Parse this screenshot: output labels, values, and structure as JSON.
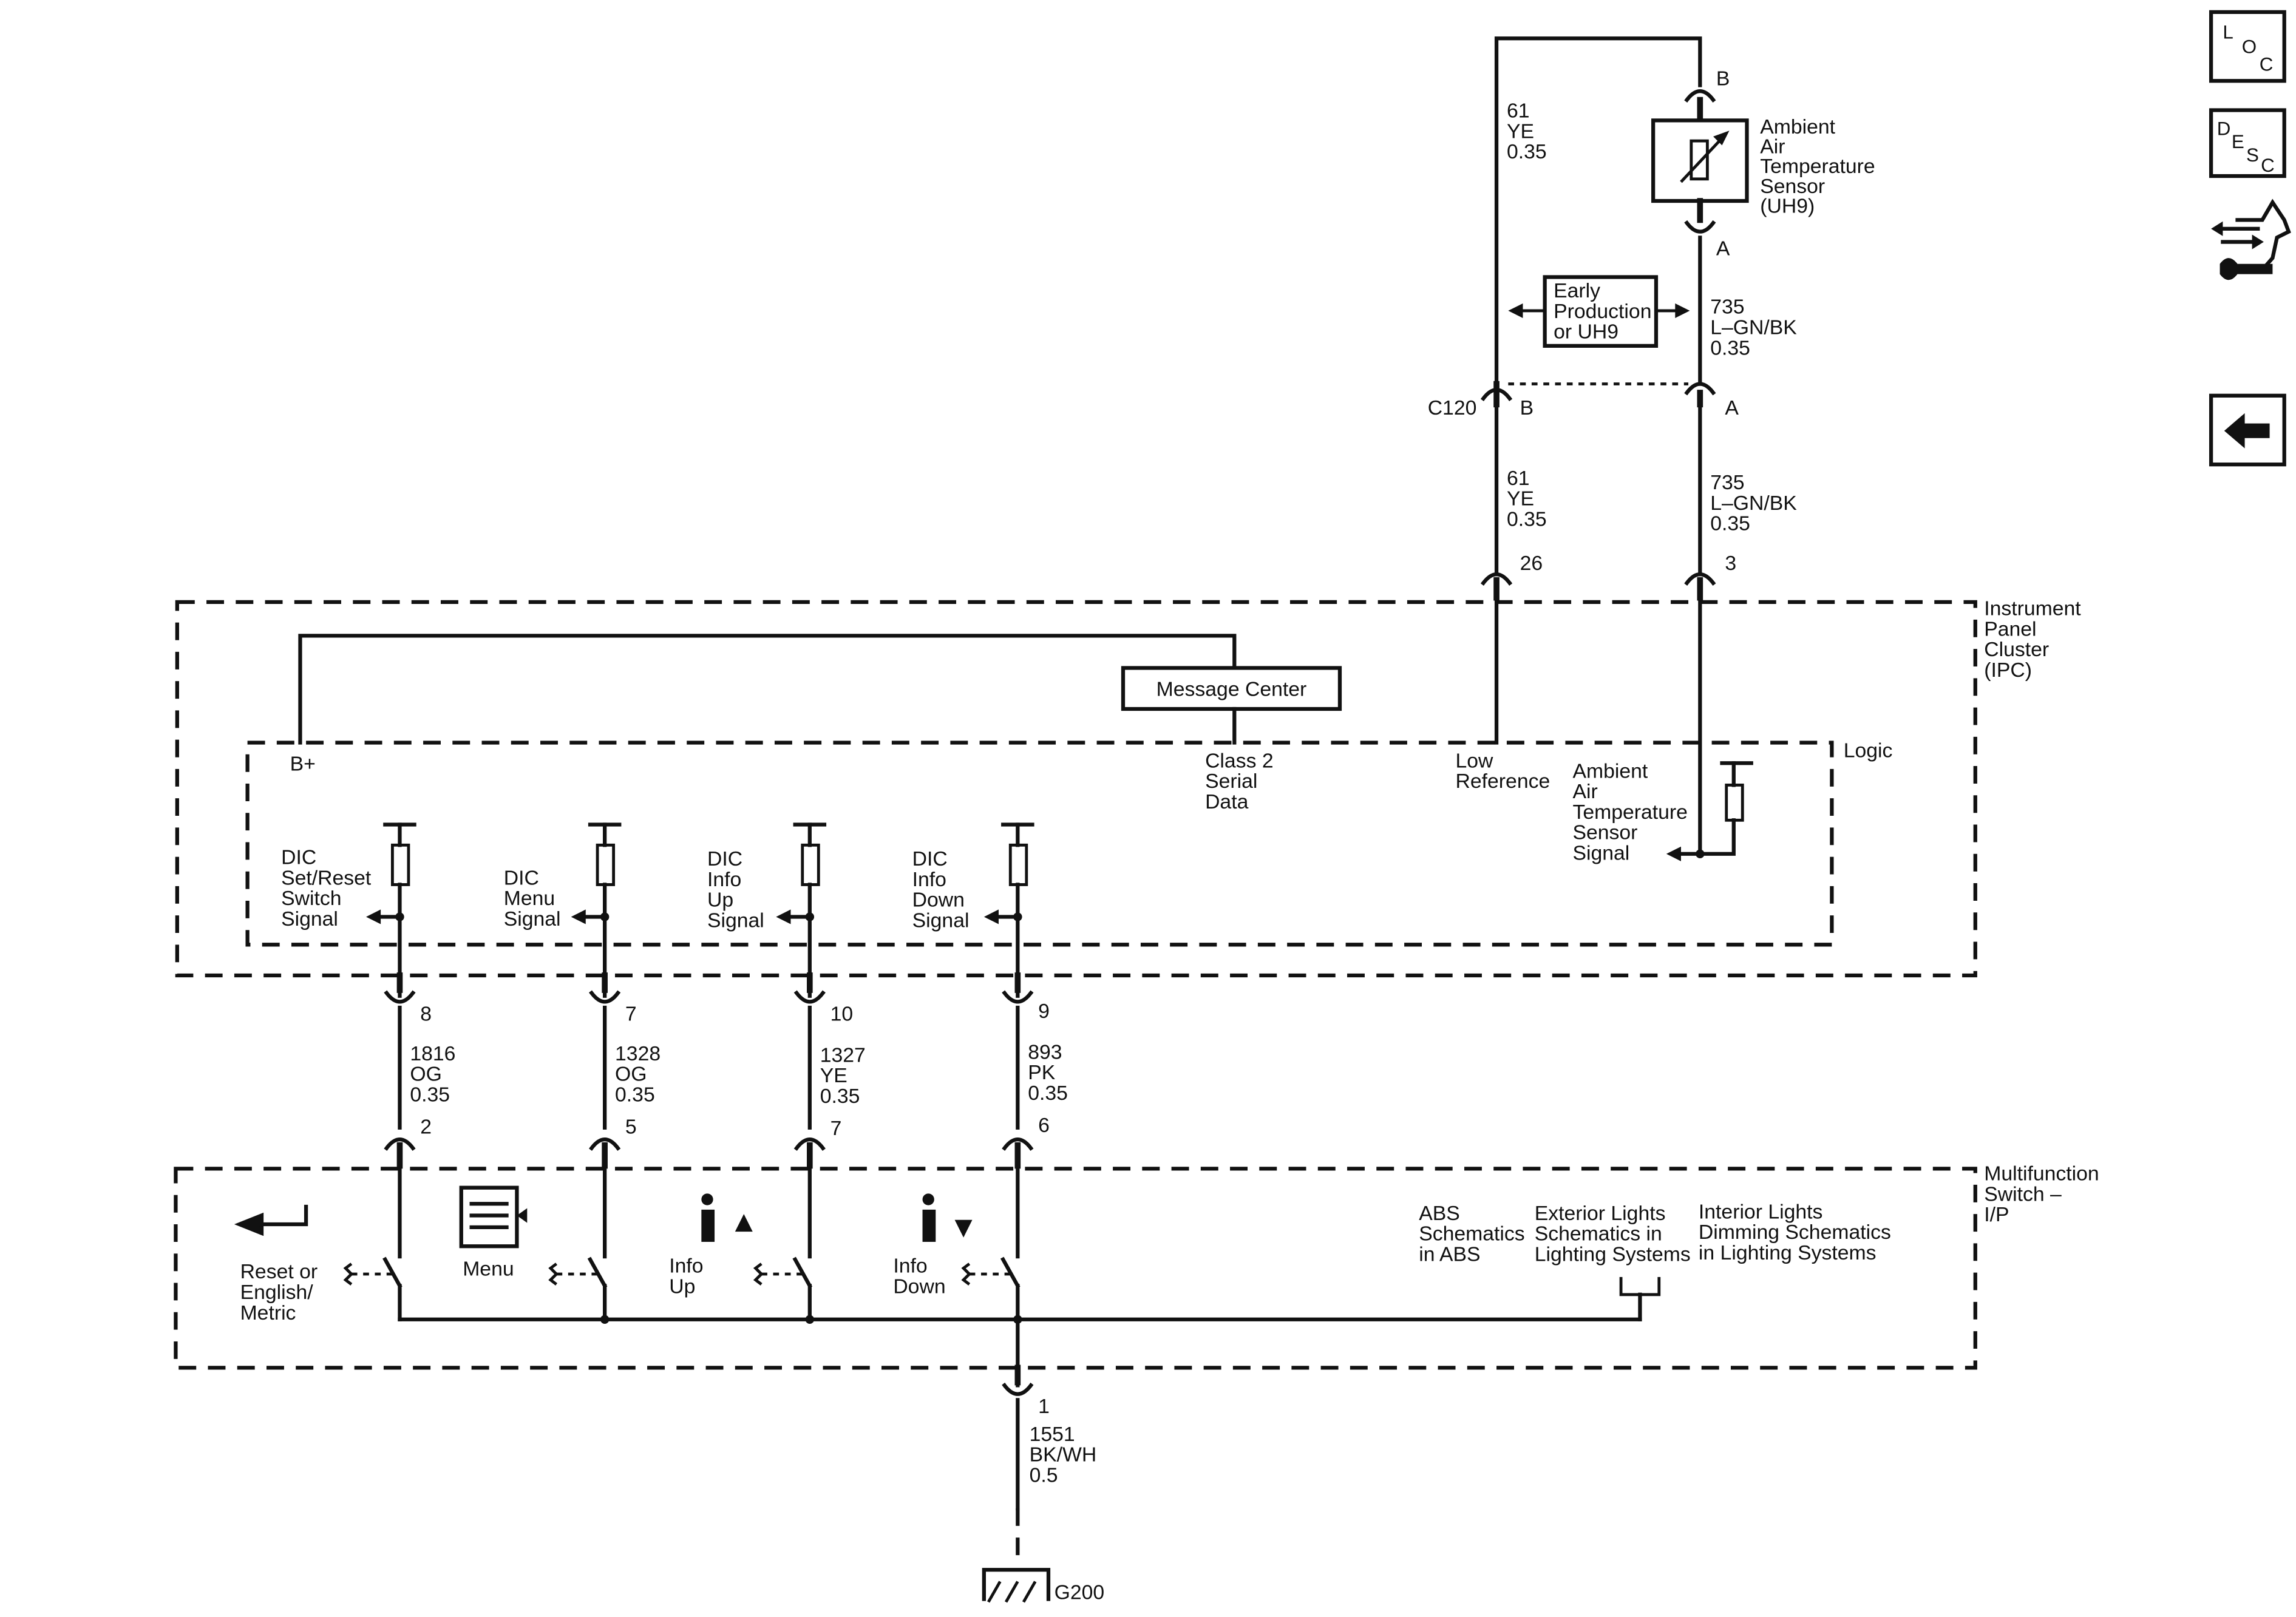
{
  "sensor": {
    "name_lines": [
      "Ambient",
      "Air",
      "Temperature",
      "Sensor",
      "(UH9)"
    ],
    "pin_top": "B",
    "pin_bottom": "A"
  },
  "early_box": {
    "lines": [
      "Early",
      "Production",
      "or UH9"
    ]
  },
  "wire_61_top": {
    "lines": [
      "61",
      "YE",
      "0.35"
    ]
  },
  "wire_735_top": {
    "lines": [
      "735",
      "L–GN/BK",
      "0.35"
    ]
  },
  "connector_c120": {
    "name": "C120",
    "pin_b": "B",
    "pin_a": "A"
  },
  "wire_61_mid": {
    "lines": [
      "61",
      "YE",
      "0.35"
    ]
  },
  "wire_735_mid": {
    "lines": [
      "735",
      "L–GN/BK",
      "0.35"
    ]
  },
  "ipc_pins": {
    "p26": "26",
    "p3": "3"
  },
  "ipc": {
    "name_lines": [
      "Instrument",
      "Panel",
      "Cluster",
      "(IPC)"
    ],
    "message_center": "Message Center",
    "logic": "Logic",
    "b_plus": "B+",
    "class2_lines": [
      "Class 2",
      "Serial",
      "Data"
    ],
    "low_ref_lines": [
      "Low",
      "Reference"
    ],
    "aat_signal_lines": [
      "Ambient",
      "Air",
      "Temperature",
      "Sensor",
      "Signal"
    ],
    "signals": [
      {
        "lines": [
          "DIC",
          "Set/Reset",
          "Switch",
          "Signal"
        ]
      },
      {
        "lines": [
          "DIC",
          "Menu",
          "Signal"
        ]
      },
      {
        "lines": [
          "DIC",
          "Info",
          "Up",
          "Signal"
        ]
      },
      {
        "lines": [
          "DIC",
          "Info",
          "Down",
          "Signal"
        ]
      }
    ]
  },
  "dic_wires": [
    {
      "ipc_pin": "8",
      "mfs_pin": "2",
      "lines": [
        "1816",
        "OG",
        "0.35"
      ]
    },
    {
      "ipc_pin": "7",
      "mfs_pin": "5",
      "lines": [
        "1328",
        "OG",
        "0.35"
      ]
    },
    {
      "ipc_pin": "10",
      "mfs_pin": "7",
      "lines": [
        "1327",
        "YE",
        "0.35"
      ]
    },
    {
      "ipc_pin": "9",
      "mfs_pin": "6",
      "lines": [
        "893",
        "PK",
        "0.35"
      ]
    }
  ],
  "mfs": {
    "name_lines": [
      "Multifunction",
      "Switch –",
      "I/P"
    ],
    "switches": [
      {
        "lines": [
          "Reset or",
          "English/",
          "Metric"
        ],
        "icon": "return-arrow-icon"
      },
      {
        "lines": [
          "Menu"
        ],
        "icon": "menu-icon"
      },
      {
        "lines": [
          "Info",
          "Up"
        ],
        "icon": "info-up-icon"
      },
      {
        "lines": [
          "Info",
          "Down"
        ],
        "icon": "info-down-icon"
      }
    ],
    "abs_lines": [
      "ABS",
      "Schematics",
      "in ABS"
    ],
    "ext_lines": [
      "Exterior Lights",
      "Schematics in",
      "Lighting Systems"
    ],
    "int_lines": [
      "Interior Lights",
      "Dimming Schematics",
      "in Lighting Systems"
    ]
  },
  "ground": {
    "pin": "1",
    "lines": [
      "1551",
      "BK/WH",
      "0.5"
    ],
    "name": "G200"
  },
  "nav": {
    "loc": [
      "L",
      "O",
      "C"
    ],
    "desc": [
      "D",
      "E",
      "S",
      "C"
    ],
    "icons": [
      "location-button",
      "description-button",
      "connector-tools-icon",
      "back-arrow-button"
    ]
  }
}
